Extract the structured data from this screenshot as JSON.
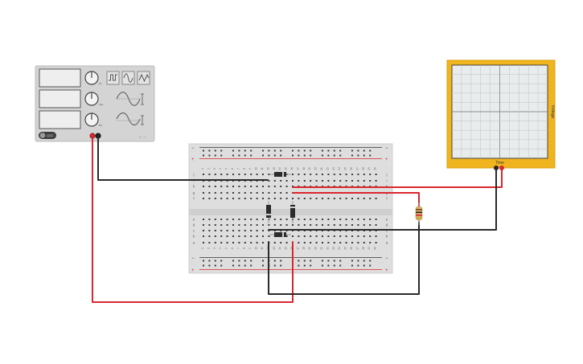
{
  "function_generator": {
    "power_label": "OFF",
    "knob_labels": [
      "Hz",
      "Vpp",
      "DC"
    ],
    "waveform_buttons": [
      "square-wave-icon",
      "sine-wave-icon",
      "triangle-wave-icon"
    ]
  },
  "oscilloscope": {
    "x_label": "Time",
    "y_label": "Voltage"
  },
  "breadboard": {
    "rail_plus": "+",
    "rail_minus": "−",
    "row_letters_top": [
      "j",
      "i",
      "h",
      "g",
      "f"
    ],
    "row_letters_bottom": [
      "e",
      "d",
      "c",
      "b",
      "a"
    ],
    "column_count": 30
  },
  "wire_colors": {
    "red": "#d9272e",
    "black": "#2a2a2a"
  },
  "component_colors": {
    "oscilloscope_frame": "#f0b51e",
    "generator_body": "#d6d6d6",
    "breadboard_body": "#dedede"
  }
}
